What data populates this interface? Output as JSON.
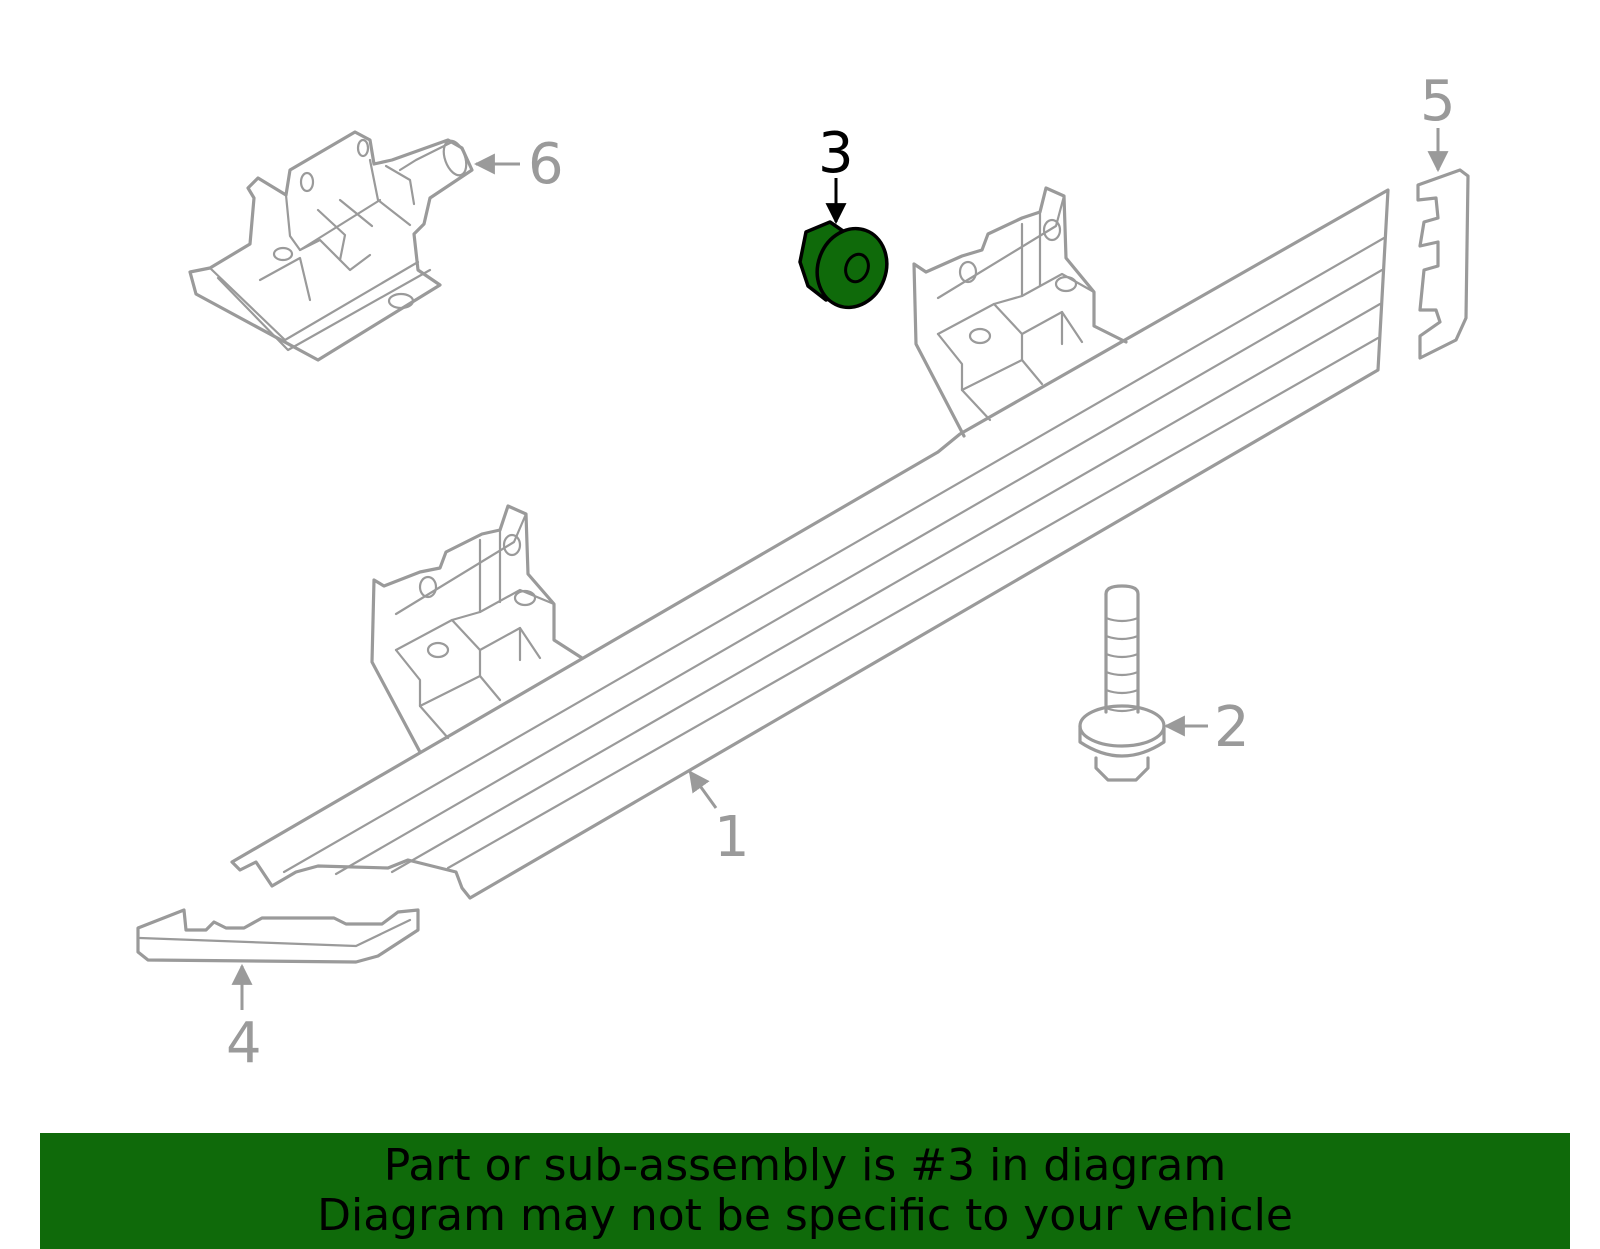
{
  "callouts": {
    "c1": "1",
    "c2": "2",
    "c3": "3",
    "c4": "4",
    "c5": "5",
    "c6": "6"
  },
  "highlight_part": "3",
  "colors": {
    "line": "#9a9a9a",
    "highlight_fill": "#0f6a0a",
    "highlight_stroke": "#000000",
    "banner": "#0f6a0a"
  },
  "banner": {
    "line1": "Part or sub-assembly is #3 in diagram",
    "line2": "Diagram may not be specific to your vehicle"
  }
}
